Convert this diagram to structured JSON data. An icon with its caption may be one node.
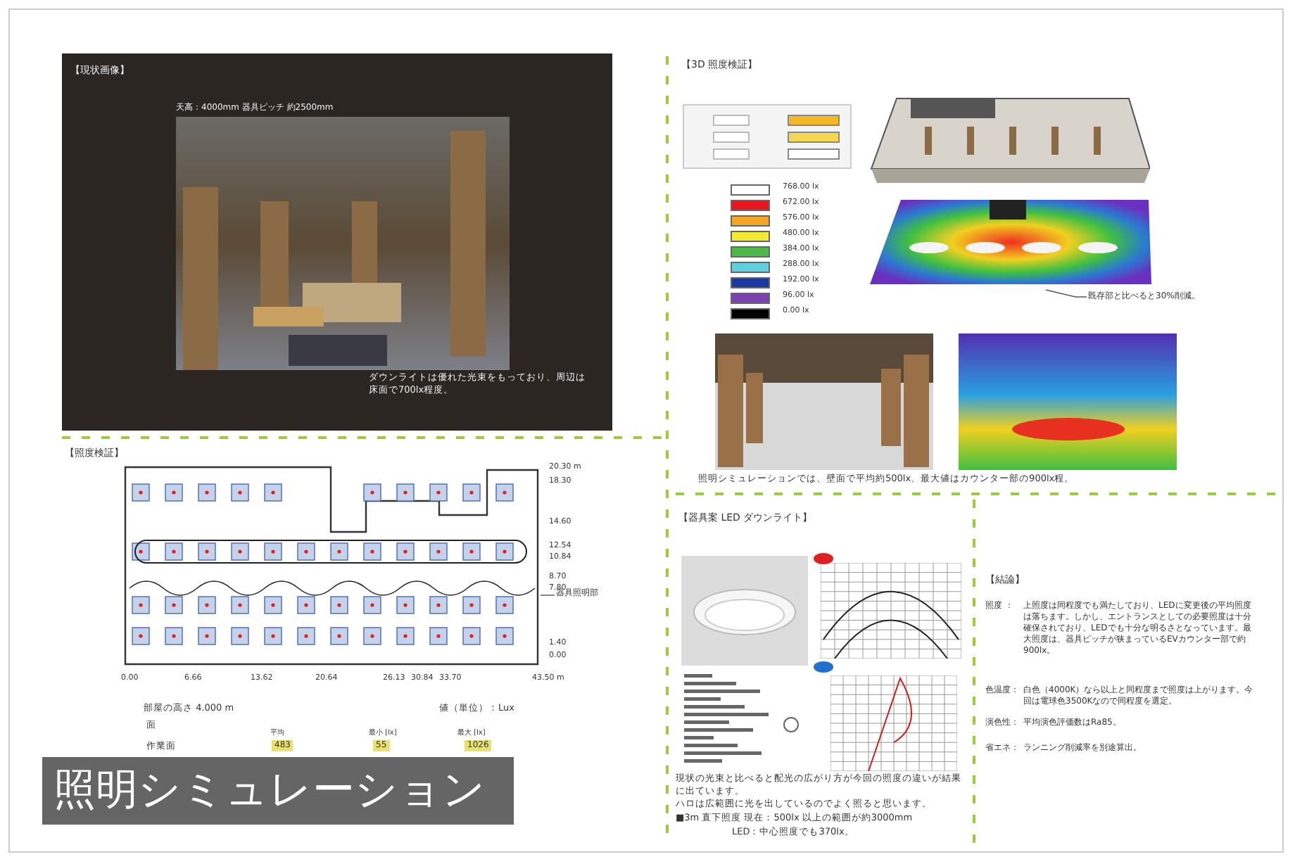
{
  "diagram": {
    "title": "照明シミュレーション",
    "nodes": [
      {
        "text": [],
        "shape": "picture"
      },
      {
        "text": [
          "既存部と比べると30%削減。"
        ]
      },
      {
        "text": [],
        "shape": "picture"
      },
      {
        "text": [
          "器具照明部"
        ]
      }
    ],
    "edges": [
      {
        "from": 1,
        "to": 0,
        "arrow": "none"
      },
      {
        "from": 3,
        "to": 2,
        "arrow": "none"
      }
    ],
    "labels": [
      "【現状画像】",
      "天高：4000mm 器具ピッチ 約2500mm",
      "ダウンライトは優れた光束をもっており、周辺は床面で700lx程度。",
      "【3D 照度検証】",
      "照明シミュレーションでは、壁面で平均約500lx、最大値はカウンター部の900lx程。",
      "【照度検証】",
      "20.30 m",
      "18.30",
      "14.60",
      "12.54",
      "10.84",
      "8.70",
      "7.80",
      "1.40",
      "0.00",
      "0.00",
      "6.66",
      "13.62",
      "20.64",
      "26.13",
      "30.84",
      "33.70",
      "43.50 m",
      "部屋の高さ 4.000 m",
      "値（単位）：Lux",
      "面",
      "平均",
      "最小 [lx]",
      "最大 [lx]",
      "作業面",
      "483",
      "55",
      "1026",
      "【器具案 LED ダウンライト】",
      "現状の光束と比べると配光の広がり方が今回の照度の違いが結果に出ています。",
      "ハロは広範囲に光を出しているのでよく照ると思います。",
      "■3m 直下照度 現在：500lx 以上の範囲が約3000mm",
      "LED：中心照度でも370lx。",
      "【結論】",
      "照度 ：",
      "上照度は同程度でも満たしており、LEDに変更後の平均照度は落ちます。しかし、エントランスとしての必要照度は十分確保されており、LEDでも十分な明るさとなっています。最大照度は、器具ピッチが狭まっているEVカウンター部で約900lx。",
      "色温度：",
      "白色（4000K）なら以上と同程度まで照度は上がります。今回は電球色3500Kなので同程度を選定。",
      "演色性：",
      "平均演色評価数はRa85。",
      "省エネ：",
      "ランニング削減率を別途算出。"
    ],
    "legend": [
      {
        "text": "768.00 lx",
        "color": "#ffffff"
      },
      {
        "text": "672.00 lx",
        "color": "#e8141e"
      },
      {
        "text": "576.00 lx",
        "color": "#f5a623"
      },
      {
        "text": "480.00 lx",
        "color": "#f5e830"
      },
      {
        "text": "384.00 lx",
        "color": "#4cb848"
      },
      {
        "text": "288.00 lx",
        "color": "#5ed0e0"
      },
      {
        "text": "192.00 lx",
        "color": "#1a3aa0"
      },
      {
        "text": "96.00 lx",
        "color": "#7a3fb0"
      },
      {
        "text": "0.00 lx",
        "color": "#000000"
      }
    ]
  }
}
